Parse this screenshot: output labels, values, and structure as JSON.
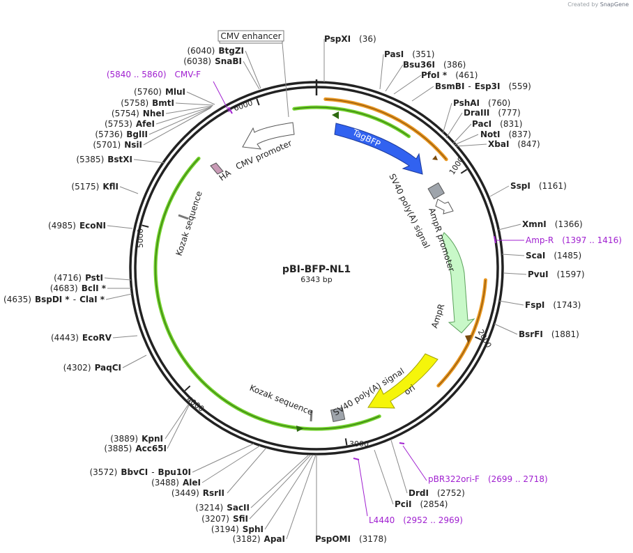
{
  "credit": {
    "prefix": "Created by",
    "brand": "SnapGene"
  },
  "plasmid": {
    "name": "pBI-BFP-NL1",
    "length_label": "6343 bp",
    "total_bp": 6343
  },
  "colors": {
    "tagbfp": "#3162f0",
    "promoter": "#ffffff",
    "ampr": "#c8f8c8",
    "ori": "#f5f50a",
    "polya": "#9ea4ab",
    "orange_line": "#e8951e",
    "green_line": "#6fcf28",
    "primer": "#a020d0",
    "dark": "#222222"
  },
  "ticks": [
    "1000",
    "2000",
    "3000",
    "4000",
    "5000",
    "6000"
  ],
  "features": {
    "tagbfp": "TagBFP",
    "sv40_polya_1": "SV40 poly(A) signal",
    "ampr_promoter": "AmpR promoter",
    "ampr": "AmpR",
    "ori": "ori",
    "sv40_polya_2": "SV40 poly(A) signal",
    "kozak_1": "Kozak sequence",
    "kozak_2": "Kozak sequence",
    "ha": "HA",
    "cmv_promoter": "CMV promoter",
    "cmv_enhancer": "CMV enhancer"
  },
  "sites": [
    {
      "name": "PspXI",
      "pos": "(36)"
    },
    {
      "name": "PasI",
      "pos": "(351)"
    },
    {
      "name": "Bsu36I",
      "pos": "(386)"
    },
    {
      "name": "PfoI *",
      "pos": "(461)"
    },
    {
      "name": "BsmBI",
      "sep": "-",
      "name2": "Esp3I",
      "pos": "(559)"
    },
    {
      "name": "PshAI",
      "pos": "(760)"
    },
    {
      "name": "DraIII",
      "pos": "(777)"
    },
    {
      "name": "PacI",
      "pos": "(831)"
    },
    {
      "name": "NotI",
      "pos": "(837)"
    },
    {
      "name": "XbaI",
      "pos": "(847)"
    },
    {
      "name": "SspI",
      "pos": "(1161)"
    },
    {
      "name": "XmnI",
      "pos": "(1366)"
    },
    {
      "name": "ScaI",
      "pos": "(1485)"
    },
    {
      "name": "PvuI",
      "pos": "(1597)"
    },
    {
      "name": "FspI",
      "pos": "(1743)"
    },
    {
      "name": "BsrFI",
      "pos": "(1881)"
    },
    {
      "name": "DrdI",
      "pos": "(2752)"
    },
    {
      "name": "PciI",
      "pos": "(2854)"
    },
    {
      "name": "PspOMI",
      "pos": "(3178)"
    },
    {
      "name": "ApaI",
      "pos": "(3182)"
    },
    {
      "name": "SphI",
      "pos": "(3194)"
    },
    {
      "name": "SfiI",
      "pos": "(3207)"
    },
    {
      "name": "SacII",
      "pos": "(3214)"
    },
    {
      "name": "RsrII",
      "pos": "(3449)"
    },
    {
      "name": "AleI",
      "pos": "(3488)"
    },
    {
      "name": "BbvCI",
      "sep": "-",
      "name2": "Bpu10I",
      "pos": "(3572)"
    },
    {
      "name": "Acc65I",
      "pos": "(3885)"
    },
    {
      "name": "KpnI",
      "pos": "(3889)"
    },
    {
      "name": "PaqCI",
      "pos": "(4302)"
    },
    {
      "name": "EcoRV",
      "pos": "(4443)"
    },
    {
      "name": "BspDI *",
      "sep": "-",
      "name2": "ClaI *",
      "pos": "(4635)"
    },
    {
      "name": "BclI *",
      "pos": "(4683)"
    },
    {
      "name": "PstI",
      "pos": "(4716)"
    },
    {
      "name": "EcoNI",
      "pos": "(4985)"
    },
    {
      "name": "KflI",
      "pos": "(5175)"
    },
    {
      "name": "BstXI",
      "pos": "(5385)"
    },
    {
      "name": "NsiI",
      "pos": "(5701)"
    },
    {
      "name": "BglII",
      "pos": "(5736)"
    },
    {
      "name": "AfeI",
      "pos": "(5753)"
    },
    {
      "name": "NheI",
      "pos": "(5754)"
    },
    {
      "name": "BmtI",
      "pos": "(5758)"
    },
    {
      "name": "MluI",
      "pos": "(5760)"
    },
    {
      "name": "SnaBI",
      "pos": "(6038)"
    },
    {
      "name": "BtgZI",
      "pos": "(6040)"
    }
  ],
  "primers": [
    {
      "name": "CMV-F",
      "range": "(5840 .. 5860)"
    },
    {
      "name": "Amp-R",
      "range": "(1397 .. 1416)"
    },
    {
      "name": "pBR322ori-F",
      "range": "(2699 .. 2718)"
    },
    {
      "name": "L4440",
      "range": "(2952 .. 2969)"
    }
  ]
}
